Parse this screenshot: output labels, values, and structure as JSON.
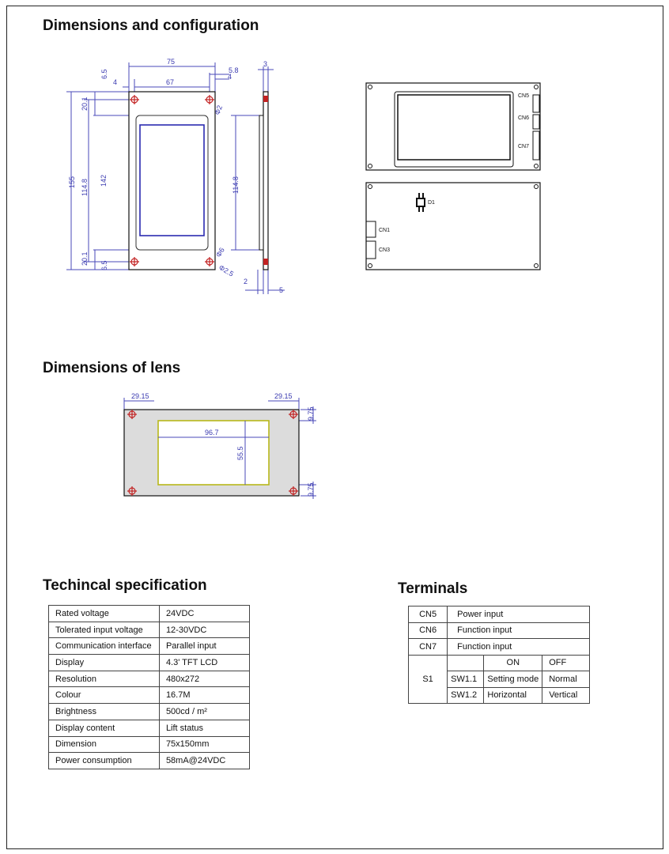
{
  "headings": {
    "dimensions": "Dimensions and configuration",
    "lens": "Dimensions of lens",
    "spec": "Techincal specification",
    "terminals": "Terminals"
  },
  "front_drawing": {
    "dims": {
      "width_75": "75",
      "width_67": "67",
      "d_6_5_top": "6.5",
      "d_4": "4",
      "d_5_8": "5.8",
      "d_4_right": "4",
      "d_3": "3",
      "height_155": "155",
      "height_142": "142",
      "d_20_1_top": "20.1",
      "d_114_8": "114.8",
      "d_20_1_bottom": "20.1",
      "d_6_5_bottom": "6.5",
      "hole_top": "Φ2",
      "hole_bottom_a": "Φ6",
      "hole_bottom_b": "Φ2.5"
    }
  },
  "side_drawing": {
    "dims": {
      "d_114_8": "114.8",
      "d_2": "2",
      "d_5": "5"
    }
  },
  "board_front": {
    "connectors": [
      "CN5",
      "CN6",
      "CN7"
    ]
  },
  "board_back": {
    "d1": "D1",
    "connectors": [
      "CN1",
      "CN3"
    ]
  },
  "lens_drawing": {
    "dims": {
      "left": "29.15",
      "right": "29.15",
      "width": "96.7",
      "height": "55.5",
      "top": "9.75",
      "bottom": "9.75"
    }
  },
  "spec_table": [
    {
      "label": "Rated voltage",
      "value": "24VDC"
    },
    {
      "label": "Tolerated input voltage",
      "value": "12-30VDC"
    },
    {
      "label": "Communication interface",
      "value": "Parallel input"
    },
    {
      "label": "Display",
      "value": "4.3' TFT LCD"
    },
    {
      "label": "Resolution",
      "value": "480x272"
    },
    {
      "label": "Colour",
      "value": "16.7M"
    },
    {
      "label": "Brightness",
      "value": "500cd / m²"
    },
    {
      "label": "Display content",
      "value": "Lift status"
    },
    {
      "label": "Dimension",
      "value": "75x150mm"
    },
    {
      "label": "Power consumption",
      "value": "58mA@24VDC"
    }
  ],
  "terminals": {
    "cn5": {
      "name": "CN5",
      "desc": "Power input"
    },
    "cn6": {
      "name": "CN6",
      "desc": "Function input"
    },
    "cn7": {
      "name": "CN7",
      "desc": "Function input"
    },
    "s1": {
      "name": "S1",
      "on": "ON",
      "off": "OFF"
    },
    "sw11": {
      "name": "SW1.1",
      "on": "Setting mode",
      "off": "Normal"
    },
    "sw12": {
      "name": "SW1.2",
      "on": "Horizontal",
      "off": "Vertical"
    }
  }
}
